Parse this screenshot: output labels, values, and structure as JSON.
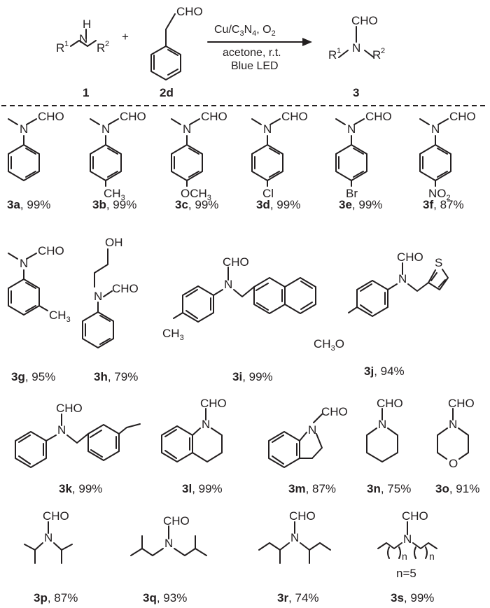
{
  "scheme": {
    "reactant1": {
      "atom_h": "H",
      "atom_n": "N",
      "r1": "R",
      "r1_sup": "1",
      "r2": "R",
      "r2_sup": "2",
      "number": "1"
    },
    "plus": "+",
    "reactant2": {
      "cho": "CHO",
      "number": "2d"
    },
    "conditions": {
      "catalyst_prefix": "Cu/C",
      "catalyst_sub1": "3",
      "catalyst_mid": "N",
      "catalyst_sub2": "4",
      "catalyst_suffix": ", O",
      "catalyst_sub3": "2",
      "line2": "acetone, r.t.",
      "line3": "Blue LED"
    },
    "product": {
      "cho": "CHO",
      "atom_n": "N",
      "r1": "R",
      "r1_sup": "1",
      "r2": "R",
      "r2_sup": "2",
      "number": "3"
    }
  },
  "compounds": [
    {
      "id": "3a",
      "yield": ", 99%",
      "labels": {
        "cho": "CHO",
        "n": "N"
      }
    },
    {
      "id": "3b",
      "yield": ", 99%",
      "labels": {
        "cho": "CHO",
        "n": "N",
        "sub": "CH",
        "sub_num": "3"
      }
    },
    {
      "id": "3c",
      "yield": ", 99%",
      "labels": {
        "cho": "CHO",
        "n": "N",
        "sub": "OCH",
        "sub_num": "3"
      }
    },
    {
      "id": "3d",
      "yield": ", 99%",
      "labels": {
        "cho": "CHO",
        "n": "N",
        "sub": "Cl"
      }
    },
    {
      "id": "3e",
      "yield": ", 99%",
      "labels": {
        "cho": "CHO",
        "n": "N",
        "sub": "Br"
      }
    },
    {
      "id": "3f",
      "yield": ", 87%",
      "labels": {
        "cho": "CHO",
        "n": "N",
        "sub": "NO",
        "sub_num": "2"
      }
    },
    {
      "id": "3g",
      "yield": ", 95%",
      "labels": {
        "cho": "CHO",
        "n": "N",
        "sub": "CH",
        "sub_num": "3"
      }
    },
    {
      "id": "3h",
      "yield": ", 79%",
      "labels": {
        "cho": "CHO",
        "n": "N",
        "oh": "OH"
      }
    },
    {
      "id": "3i",
      "yield": ", 99%",
      "labels": {
        "cho": "CHO",
        "n": "N",
        "sub": "CH",
        "sub_num": "3"
      }
    },
    {
      "id": "3j",
      "yield": ", 94%",
      "labels": {
        "cho": "CHO",
        "n": "N",
        "s": "S",
        "sub": "CH",
        "sub_num": "3",
        "sub_tail": "O"
      }
    },
    {
      "id": "3k",
      "yield": ", 99%",
      "labels": {
        "cho": "CHO",
        "n": "N"
      }
    },
    {
      "id": "3l",
      "yield": ", 99%",
      "labels": {
        "cho": "CHO",
        "n": "N"
      }
    },
    {
      "id": "3m",
      "yield": ", 87%",
      "labels": {
        "cho": "CHO",
        "n": "N"
      }
    },
    {
      "id": "3n",
      "yield": ", 75%",
      "labels": {
        "cho": "CHO",
        "n": "N"
      }
    },
    {
      "id": "3o",
      "yield": ", 91%",
      "labels": {
        "cho": "CHO",
        "n": "N",
        "o": "O"
      }
    },
    {
      "id": "3p",
      "yield": ", 87%",
      "labels": {
        "cho": "CHO",
        "n": "N"
      }
    },
    {
      "id": "3q",
      "yield": ", 93%",
      "labels": {
        "cho": "CHO",
        "n": "N"
      }
    },
    {
      "id": "3r",
      "yield": ", 74%",
      "labels": {
        "cho": "CHO",
        "n": "N"
      }
    },
    {
      "id": "3s",
      "yield": ", 99%",
      "labels": {
        "cho": "CHO",
        "n": "N",
        "sub_n": "n",
        "note": "n=5"
      }
    }
  ]
}
